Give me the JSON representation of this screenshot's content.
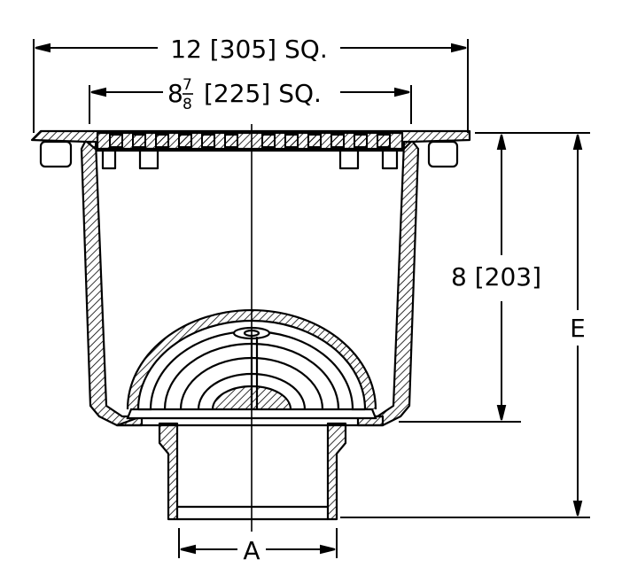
{
  "dimensions": {
    "overall_width": "12 [305] SQ.",
    "grate_width_whole": "8",
    "grate_width_frac_num": "7",
    "grate_width_frac_den": "8",
    "grate_width_rest": "[225] SQ.",
    "body_depth": "8 [203]",
    "overall_height": "E",
    "outlet_size": "A"
  }
}
